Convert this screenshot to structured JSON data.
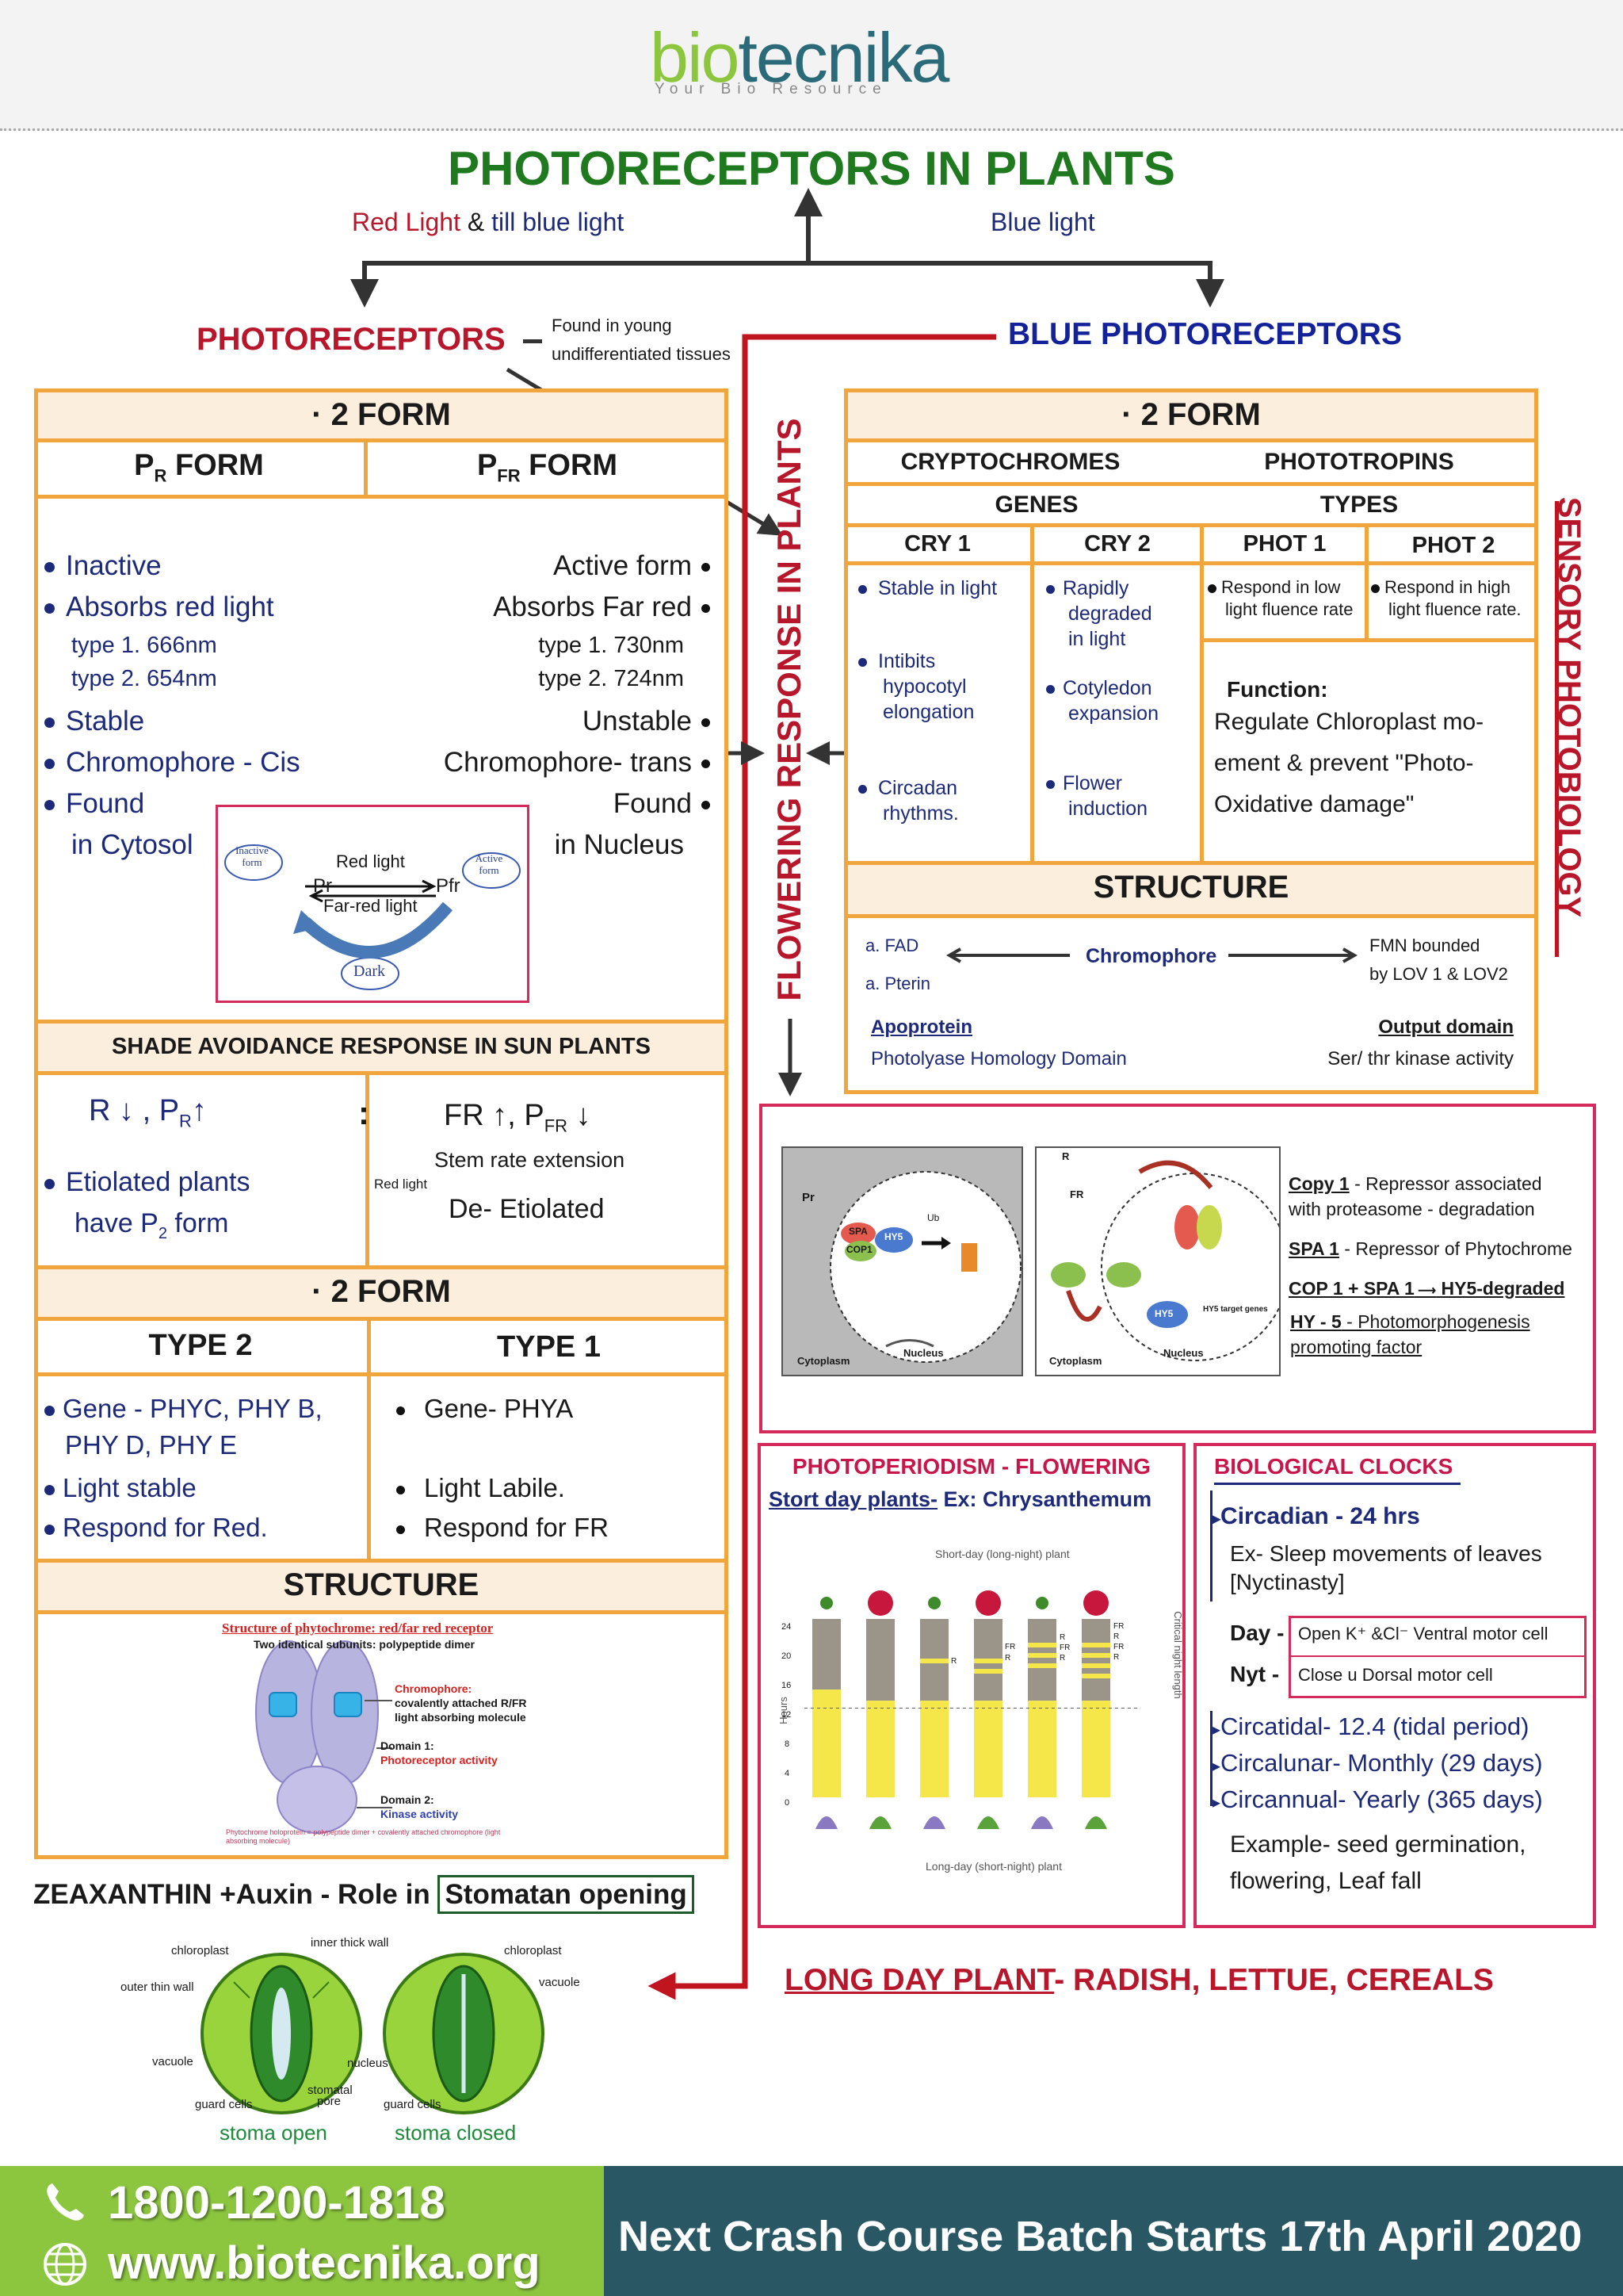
{
  "brand": {
    "name_a": "bio",
    "name_b": "tecnika",
    "tagline": "Your Bio Resource"
  },
  "title": "PHOTORECEPTORS IN PLANTS",
  "top": {
    "red_light": "Red Light",
    "amp": " & ",
    "till_blue": "till blue light",
    "blue_light": "Blue light"
  },
  "left_head": {
    "label": "PHOTORECEPTORS",
    "note1": "Found in young",
    "note2": "undifferentiated tissues"
  },
  "right_head": {
    "label": "BLUE PHOTORECEPTORS"
  },
  "vertical": {
    "flowering": "FLOWERING RESPONSE IN PLANTS",
    "sensory": "SENSORY PHOTOBIOLOGY"
  },
  "phyto": {
    "form_title": "· 2 FORM",
    "pr_title": "P",
    "pr_sub": "R",
    "pr_tail": " FORM",
    "pfr_title": "P",
    "pfr_sub": "FR",
    "pfr_tail": " FORM",
    "pr_items": [
      "Inactive",
      "Absorbs red light",
      "type   1. 666nm",
      "type   2. 654nm",
      "Stable",
      "Chromophore - Cis",
      "Found",
      "in Cytosol"
    ],
    "pfr_items": [
      "Active form",
      "Absorbs Far red",
      "type  1. 730nm",
      "type  2. 724nm",
      "Unstable",
      "Chromophore- trans",
      "Found",
      "in Nucleus"
    ],
    "cycle": {
      "inactive": "Inactive form",
      "active": "Active form",
      "red": "Red light",
      "far": "Far-red light",
      "pr": "Pr",
      "pfr": "Pfr",
      "dark": "Dark"
    },
    "shade_title": "SHADE AVOIDANCE RESPONSE IN SUN PLANTS",
    "shade": {
      "r": "R",
      "pr": ", P",
      "pr_sub": "R",
      "colon": ":",
      "fr": "FR",
      "pfr": ",  P",
      "pfr_sub": "FR",
      "stem": "Stem rate extension",
      "etiolated1": "Etiolated plants",
      "etiolated2": "have P",
      "etiolated2_sub": "2",
      "etiolated2_tail": " form",
      "redlight": "Red light",
      "deetiolated": "De- Etiolated"
    },
    "form2_title": "· 2 FORM",
    "type2": "TYPE 2",
    "type1": "TYPE 1",
    "type2_items": [
      "Gene - PHYC, PHY B,",
      "PHY D, PHY E",
      "Light stable",
      "Respond for Red."
    ],
    "type1_items": [
      "Gene- PHYA",
      "Light Labile.",
      "Respond for FR"
    ],
    "structure": "STRUCTURE",
    "struct_fig": {
      "title": "Structure of phytochrome: red/far red receptor",
      "sub": "Two identical subunits: polypeptide dimer",
      "chrom": "Chromophore:",
      "chrom2": "covalently attached R/FR",
      "chrom3": "light absorbing molecule",
      "d1": "Domain 1:",
      "d1b": "Photoreceptor activity",
      "d2": "Domain 2:",
      "d2b": "Kinase activity",
      "foot": "Phytochrome holoprotein = polypeptide dimer + covalently attached chromophore (light absorbing molecule)"
    }
  },
  "zea": {
    "text": "ZEAXANTHIN +Auxin - Role in ",
    "boxed": "Stomatan opening",
    "labels": {
      "chloroplast": "chloroplast",
      "inner": "inner thick wall",
      "outer": "outer thin wall",
      "vacuole": "vacuole",
      "nucleus": "nucleus",
      "stomatal": "stomatal",
      "pore": "pore",
      "guard": "guard cells",
      "chloroplast2": "chloroplast",
      "vacuole2": "vacuole",
      "guard2": "guard cells"
    },
    "open": "stoma open",
    "closed": "stoma closed"
  },
  "blue": {
    "form_title": "· 2 FORM",
    "crypto": "CRYPTOCHROMES",
    "photo": "PHOTOTROPINS",
    "genes": "GENES",
    "types": "TYPES",
    "cry1": "CRY 1",
    "cry2": "CRY 2",
    "phot1": "PHOT 1",
    "phot2": "PHOT 2",
    "cry1_items": [
      "Stable  in light",
      "Intibits",
      "hypocotyl",
      "elongation",
      "Circadan",
      "rhythms."
    ],
    "cry2_items": [
      "Rapidly",
      "degraded",
      "in light",
      "Cotyledon",
      "expansion",
      "Flower",
      "induction"
    ],
    "phot1_items": [
      "Respond in low",
      "light fluence rate"
    ],
    "phot2_items": [
      "Respond in high",
      "light fluence rate."
    ],
    "function_title": "Function:",
    "function_lines": [
      "Regulate Chloroplast mo-",
      "ement & prevent \"Photo-",
      "Oxidative damage\""
    ],
    "structure": "STRUCTURE",
    "struct": {
      "fad": "a. FAD",
      "pterin": "a. Pterin",
      "chromophore": "Chromophore",
      "fmn1": "FMN bounded",
      "fmn2": "by LOV 1 & LOV2",
      "apo": "Apoprotein",
      "phd": "Photolyase Homology Domain",
      "out": "Output domain",
      "ser": "Ser/ thr kinase activity"
    }
  },
  "cop": {
    "fig": {
      "pr": "Pr",
      "spa": "SPA",
      "cop1": "COP1",
      "hy5": "HY5",
      "ub": "Ub",
      "cyto": "Cytoplasm",
      "nuc": "Nucleus",
      "r": "R",
      "fr": "FR",
      "hy5t": "HY5 target genes"
    },
    "lines": [
      {
        "b": "Copy 1",
        "t": " - Repressor associated"
      },
      {
        "b": "",
        "t": "with proteasome - degradation"
      },
      {
        "b": "SPA 1",
        "t": " - Repressor of Phytochrome"
      },
      {
        "b": "COP 1 + SPA 1",
        "t": "      HY5-degraded"
      },
      {
        "b": "HY - 5",
        "t": " - Photomorphogenesis"
      },
      {
        "b": "",
        "t": "promoting factor"
      }
    ]
  },
  "photoperiod": {
    "title": "PHOTOPERIODISM - FLOWERING",
    "sub_u": "Stort day plants-",
    "sub": " Ex: Chrysanthemum",
    "chart_top": "Short-day (long-night) plant",
    "chart_bottom": "Long-day (short-night) plant",
    "ylabel": "Hours",
    "right_label": "Critical night length",
    "yticks": [
      "0",
      "4",
      "8",
      "12",
      "16",
      "20",
      "24"
    ],
    "marks": [
      "R",
      "FR",
      "R",
      "R",
      "FR",
      "R",
      "FR",
      "R",
      "FR",
      "R"
    ]
  },
  "clocks": {
    "title": "BIOLOGICAL CLOCKS",
    "circadian": "Circadian - 24 hrs",
    "ex1": "Ex- Sleep movements of leaves",
    "ex2": "[Nyctinasty]",
    "day": "Day -",
    "nyt": "Nyt -",
    "day_row": "Open   K⁺ &Cl⁻    Ventral motor cell",
    "nyt_row": "Close  u   Dorsal motor cell",
    "items": [
      "Circatidal- 12.4 (tidal period)",
      "Circalunar- Monthly (29 days)",
      "Circannual- Yearly (365 days)"
    ],
    "example1": "Example- seed germination,",
    "example2": "flowering, Leaf fall"
  },
  "longday": {
    "u": "LONG DAY PLANT",
    "t": "- RADISH, LETTUE, CEREALS"
  },
  "footer": {
    "phone": "1800-1200-1818",
    "web": "www.biotecnika.org",
    "batch": "Next Crash Course Batch Starts 17th April 2020"
  }
}
